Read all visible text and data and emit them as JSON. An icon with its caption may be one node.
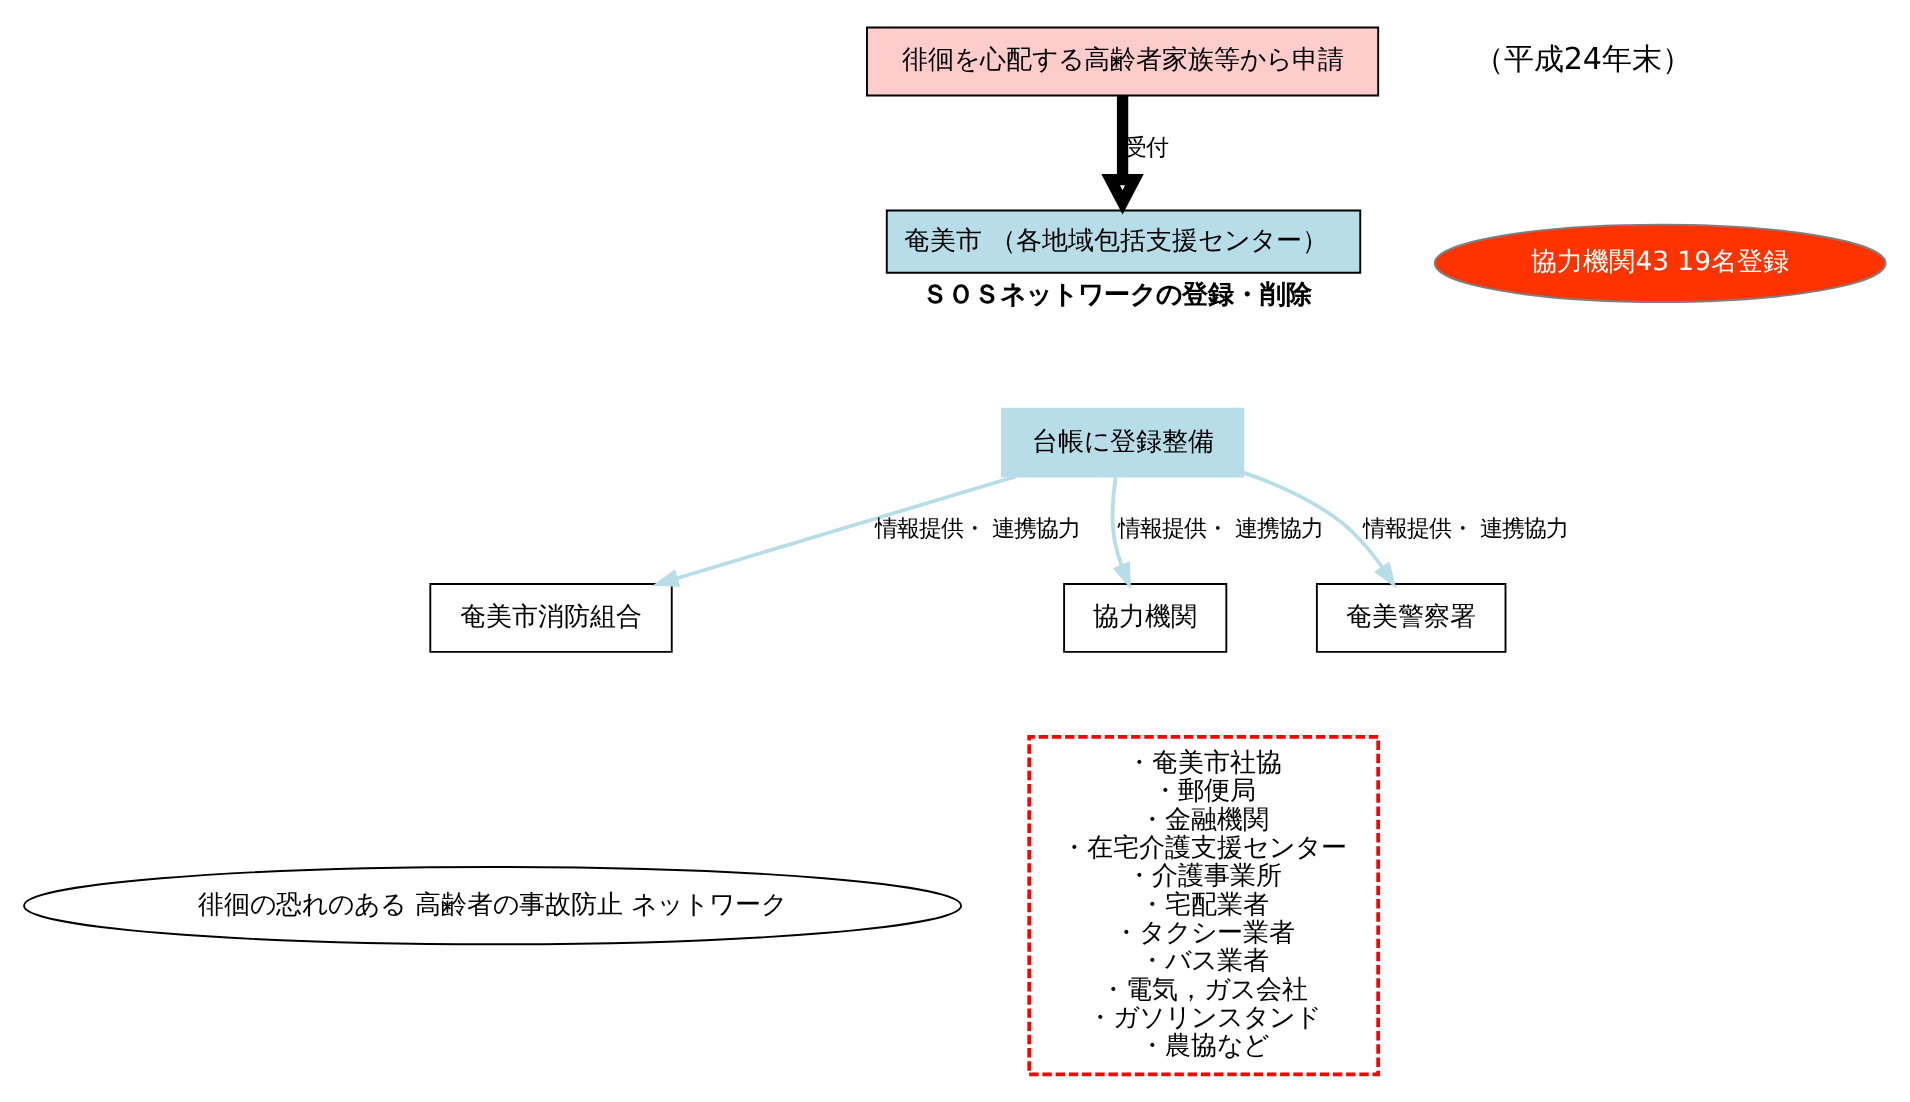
{
  "diagram": {
    "nodes": [
      {
        "text": [
          "徘徊を心配する高齢者家族等から申請"
        ]
      },
      {
        "text": [
          "奄美市 （各地域包括支援センター）"
        ],
        "beside": [
          "ＳＯＳネットワークの登録・削除"
        ]
      },
      {
        "text": [
          "台帳に登録整備"
        ]
      },
      {
        "text": [
          "協力機関43 19名登録"
        ]
      },
      {
        "text": [
          "奄美市消防組合"
        ]
      },
      {
        "text": [
          "協力機関"
        ]
      },
      {
        "text": [
          "・奄美市社協",
          "・郵便局",
          "・金融機関",
          "・在宅介護支援センター",
          "・介護事業所",
          "・宅配業者",
          "・タクシー業者",
          "・バス業者",
          "・電気，ガス会社",
          "・ガソリンスタンド",
          "・農協など"
        ]
      },
      {
        "text": [
          "奄美警察署"
        ]
      },
      {
        "text": [
          "徘徊の恐れのある 高齢者の事故防止 ネットワーク"
        ]
      }
    ],
    "edges": [
      {
        "from": 0,
        "to": 1,
        "arrow": "to",
        "label": "受付",
        "style": "thick",
        "color": "#000000"
      },
      {
        "from": 2,
        "to": 4,
        "arrow": "to",
        "label": "情報提供・ 連携協力",
        "color": "#b7dde8"
      },
      {
        "from": 2,
        "to": 5,
        "arrow": "to",
        "label": "情報提供・ 連携協力",
        "color": "#b7dde8"
      },
      {
        "from": 2,
        "to": 7,
        "arrow": "to",
        "label": "情報提供・ 連携協力",
        "color": "#b7dde8"
      }
    ],
    "labels": [
      "（平成24年末）"
    ]
  }
}
